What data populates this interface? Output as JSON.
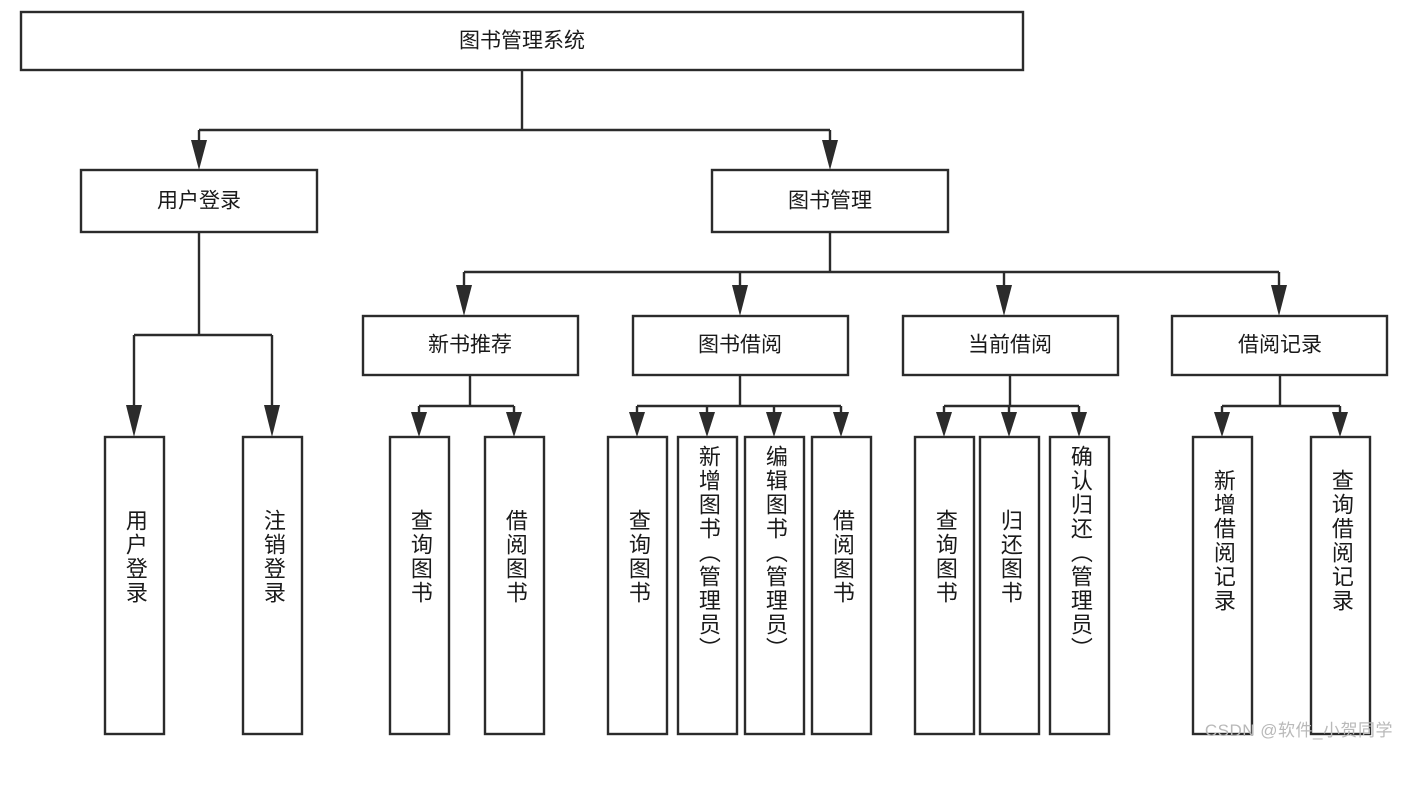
{
  "diagram": {
    "title": "图书管理系统",
    "watermark": "CSDN @软件_小贺同学",
    "style": {
      "stroke_color": "#2b2b2b",
      "fill_color": "#ffffff",
      "text_color": "#1a1a1a",
      "watermark_color": "#b9b9b9"
    },
    "root": {
      "label": "图书管理系统",
      "children": [
        {
          "label": "用户登录",
          "children": [
            {
              "label": "用户登录"
            },
            {
              "label": "注销登录"
            }
          ]
        },
        {
          "label": "图书管理",
          "children": [
            {
              "label": "新书推荐",
              "children": [
                {
                  "label": "查询图书"
                },
                {
                  "label": "借阅图书"
                }
              ]
            },
            {
              "label": "图书借阅",
              "children": [
                {
                  "label": "查询图书"
                },
                {
                  "label": "新增图书（管理员）"
                },
                {
                  "label": "编辑图书（管理员）"
                },
                {
                  "label": "借阅图书"
                }
              ]
            },
            {
              "label": "当前借阅",
              "children": [
                {
                  "label": "查询图书"
                },
                {
                  "label": "归还图书"
                },
                {
                  "label": "确认归还（管理员）"
                }
              ]
            },
            {
              "label": "借阅记录",
              "children": [
                {
                  "label": "新增借阅记录"
                },
                {
                  "label": "查询借阅记录"
                }
              ]
            }
          ]
        }
      ]
    },
    "nodes": {
      "root": "图书管理系统",
      "user_login": "用户登录",
      "book_manage": "图书管理",
      "new_book_rec": "新书推荐",
      "book_borrow": "图书借阅",
      "current_borrow": "当前借阅",
      "borrow_record": "借阅记录",
      "leaf_user_login": "用户登录",
      "leaf_logout": "注销登录",
      "leaf_rec_query": "查询图书",
      "leaf_rec_borrow": "借阅图书",
      "leaf_brw_query": "查询图书",
      "leaf_brw_add": "新增图书（管理员）",
      "leaf_brw_edit": "编辑图书（管理员）",
      "leaf_brw_borrow": "借阅图书",
      "leaf_cur_query": "查询图书",
      "leaf_cur_return": "归还图书",
      "leaf_cur_confirm": "确认归还（管理员）",
      "leaf_rec_add": "新增借阅记录",
      "leaf_rec_search": "查询借阅记录"
    }
  }
}
